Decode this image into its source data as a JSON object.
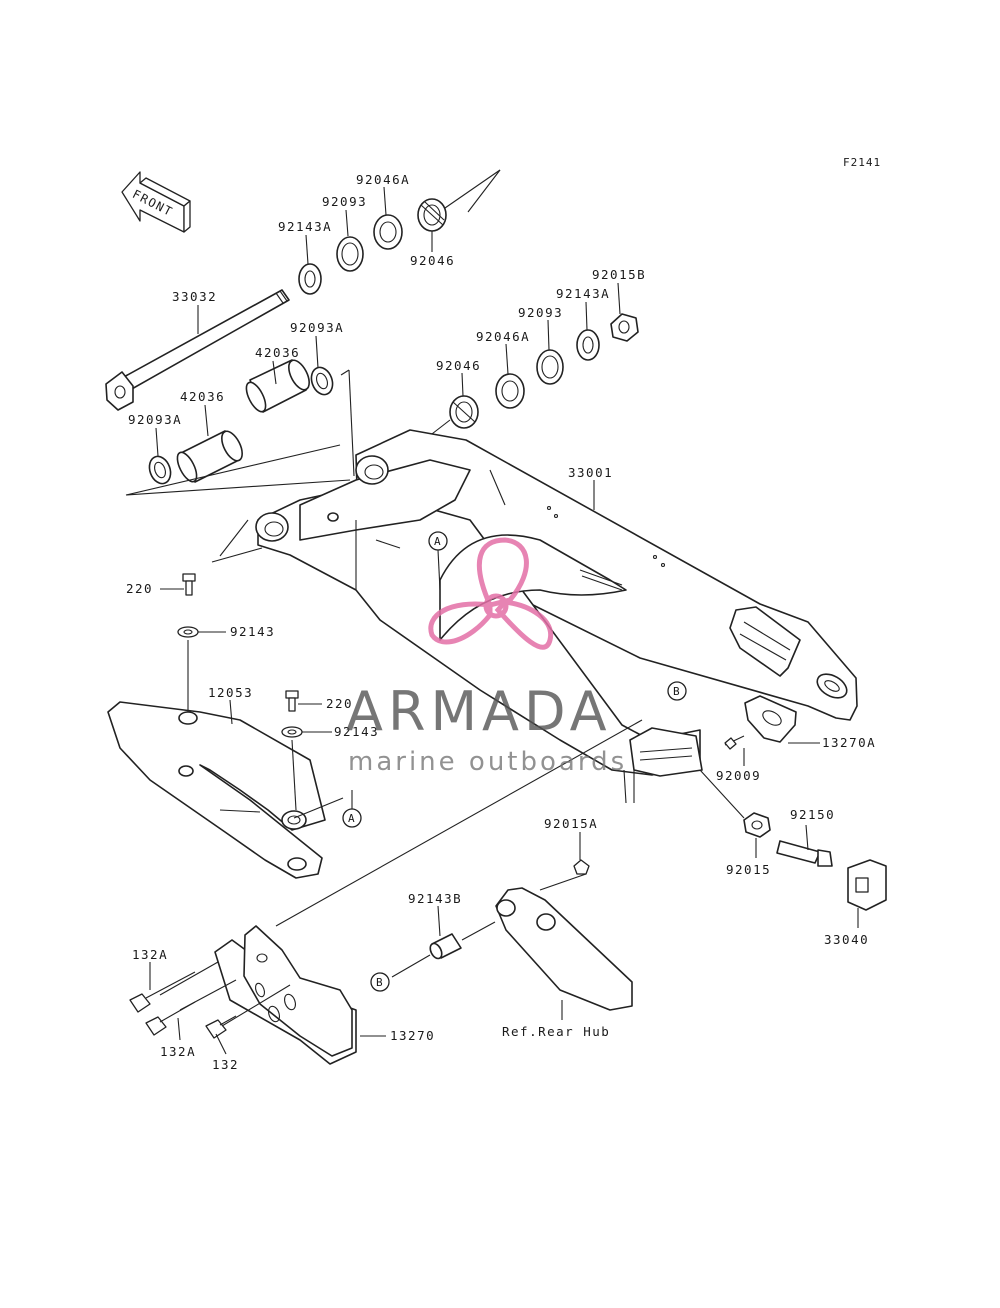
{
  "figure_code": "F2141",
  "front_label": "FRONT",
  "watermark": {
    "brand": "ARMADA",
    "tagline": "marine outboards",
    "logo_color": "#e36fa6",
    "text_color": "#555555"
  },
  "parts": {
    "p92046A_top": "92046A",
    "p92093_top": "92093",
    "p92143A_top": "92143A",
    "p92046_top": "92046",
    "p33032": "33032",
    "p92093A_top": "92093A",
    "p42036_a": "42036",
    "p42036_b": "42036",
    "p92093A_left": "92093A",
    "p92015B": "92015B",
    "p92143A_right": "92143A",
    "p92093_right": "92093",
    "p92046A_right": "92046A",
    "p92046_right": "92046",
    "p33001": "33001",
    "p220_a": "220",
    "p92143_a": "92143",
    "p12053": "12053",
    "p220_b": "220",
    "p92143_b": "92143",
    "p13270A": "13270A",
    "p92009": "92009",
    "p92150": "92150",
    "p92015": "92015",
    "p33040": "33040",
    "p92015A": "92015A",
    "p92143B": "92143B",
    "p132A_a": "132A",
    "p132A_b": "132A",
    "p132": "132",
    "p13270": "13270",
    "ref_rear_hub": "Ref.Rear Hub"
  },
  "callouts": {
    "a1": "A",
    "a2": "A",
    "b1": "B",
    "b2": "B"
  }
}
